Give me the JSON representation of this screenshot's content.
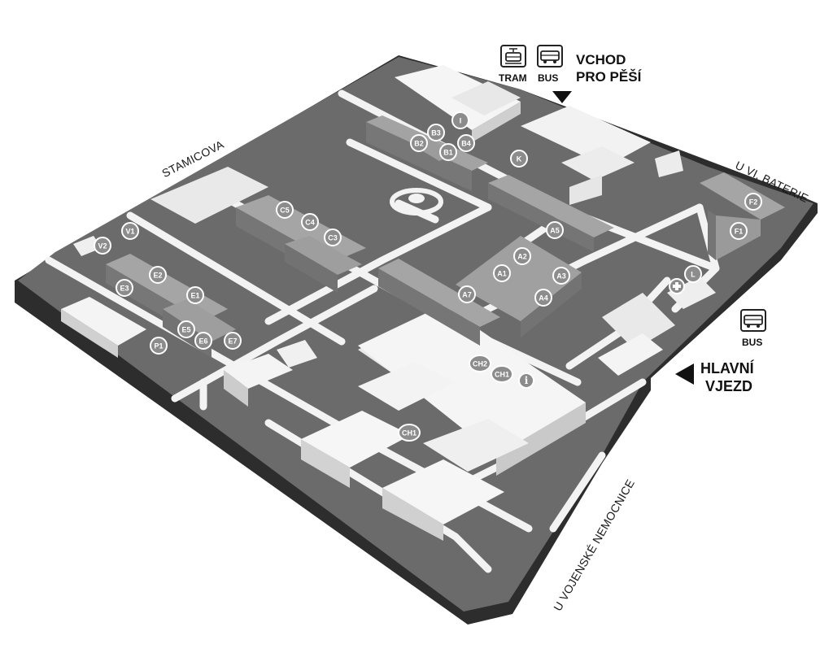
{
  "streets": {
    "stamicova": "STAMICOVA",
    "u_vi_baterie": "U VI. BATERIE",
    "u_vojenske_nemocnice": "U VOJENSKÉ NEMOCNICE"
  },
  "entrances": {
    "pedestrian_line1": "VCHOD",
    "pedestrian_line2": "PRO PĚŠÍ",
    "main_line1": "HLAVNÍ",
    "main_line2": "VJEZD"
  },
  "transit": {
    "tram": "TRAM",
    "bus_top": "BUS",
    "bus_right": "BUS"
  },
  "markers": [
    "I",
    "B3",
    "B2",
    "B4",
    "B1",
    "K",
    "C5",
    "C4",
    "C3",
    "V1",
    "V2",
    "E2",
    "E3",
    "E1",
    "E5",
    "E6",
    "E7",
    "P1",
    "A5",
    "A2",
    "A1",
    "A3",
    "A7",
    "A4",
    "F2",
    "F1",
    "L",
    "CH2",
    "CH1",
    "CH1",
    "i"
  ],
  "icons": {
    "tram": "tram-icon",
    "bus": "bus-icon",
    "arrow_down": "arrow-down-icon",
    "arrow_left": "arrow-left-icon",
    "first_aid": "first-aid-icon",
    "info": "info-icon"
  },
  "colors": {
    "ground": "#6e6e6e",
    "base_side": "#2e2e2e",
    "road": "#f2f2f2",
    "building_top": "#9a9a9a",
    "building_side": "#6a6a6a",
    "white_building": "#f4f4f4",
    "marker_fill": "#8c8c8c"
  }
}
